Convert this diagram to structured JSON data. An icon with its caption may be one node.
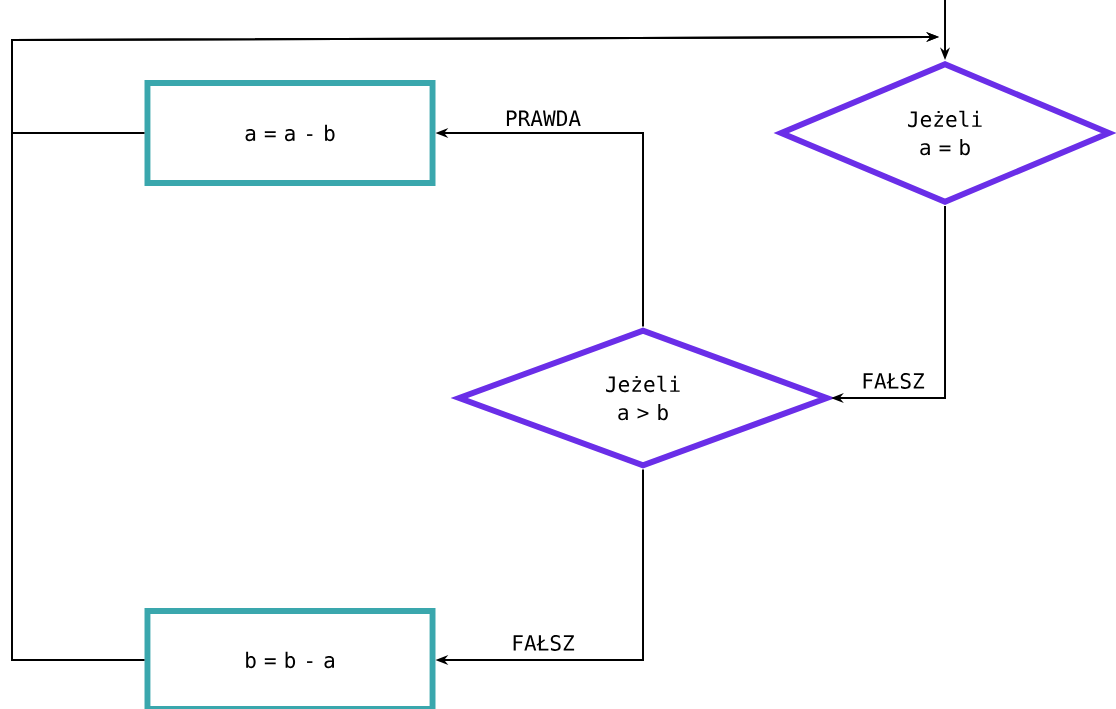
{
  "diagram": {
    "nodes": [
      {
        "text": [
          "Jeżeli a = b"
        ]
      },
      {
        "text": [
          "a = a - b"
        ]
      },
      {
        "text": [
          "Jeżeli a > b"
        ]
      },
      {
        "text": [
          "b = b - a"
        ]
      }
    ],
    "edges": [
      {
        "from": null,
        "to": 0,
        "arrow": "to"
      },
      {
        "from": 0,
        "to": 2,
        "arrow": "to",
        "label": "FAŁSZ"
      },
      {
        "from": 2,
        "to": 1,
        "arrow": "to",
        "label": "PRAWDA"
      },
      {
        "from": 2,
        "to": 3,
        "arrow": "to",
        "label": "FAŁSZ"
      },
      {
        "from": 1,
        "to": 0,
        "arrow": "to"
      },
      {
        "from": 3,
        "to": 0,
        "arrow": "to"
      }
    ]
  }
}
